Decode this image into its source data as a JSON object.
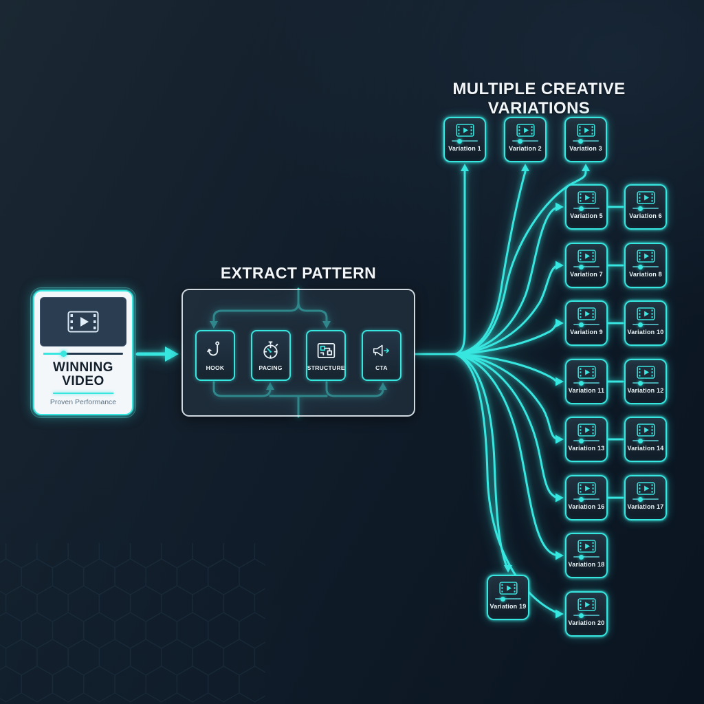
{
  "colors": {
    "accent": "#38e6e0",
    "background": "#0c1621"
  },
  "heading": "MULTIPLE CREATIVE VARIATIONS",
  "winning_video": {
    "title_line1": "WINNING",
    "title_line2": "VIDEO",
    "subtitle": "Proven Performance"
  },
  "extract_pattern": {
    "title": "EXTRACT PATTERN",
    "steps": [
      {
        "label": "HOOK",
        "icon": "hook-icon"
      },
      {
        "label": "PACING",
        "icon": "stopwatch-icon"
      },
      {
        "label": "STRUCTURE",
        "icon": "blueprint-icon"
      },
      {
        "label": "CTA",
        "icon": "megaphone-icon"
      }
    ]
  },
  "variations": [
    "Variation 1",
    "Variation 2",
    "Variation 3",
    "Variation 5",
    "Variation 6",
    "Variation 7",
    "Variation 8",
    "Variation 9",
    "Variation 10",
    "Variation 11",
    "Variation 12",
    "Variation 13",
    "Variation 14",
    "Variation 16",
    "Variation 17",
    "Variation 18",
    "Variation 19",
    "Variation 20"
  ]
}
